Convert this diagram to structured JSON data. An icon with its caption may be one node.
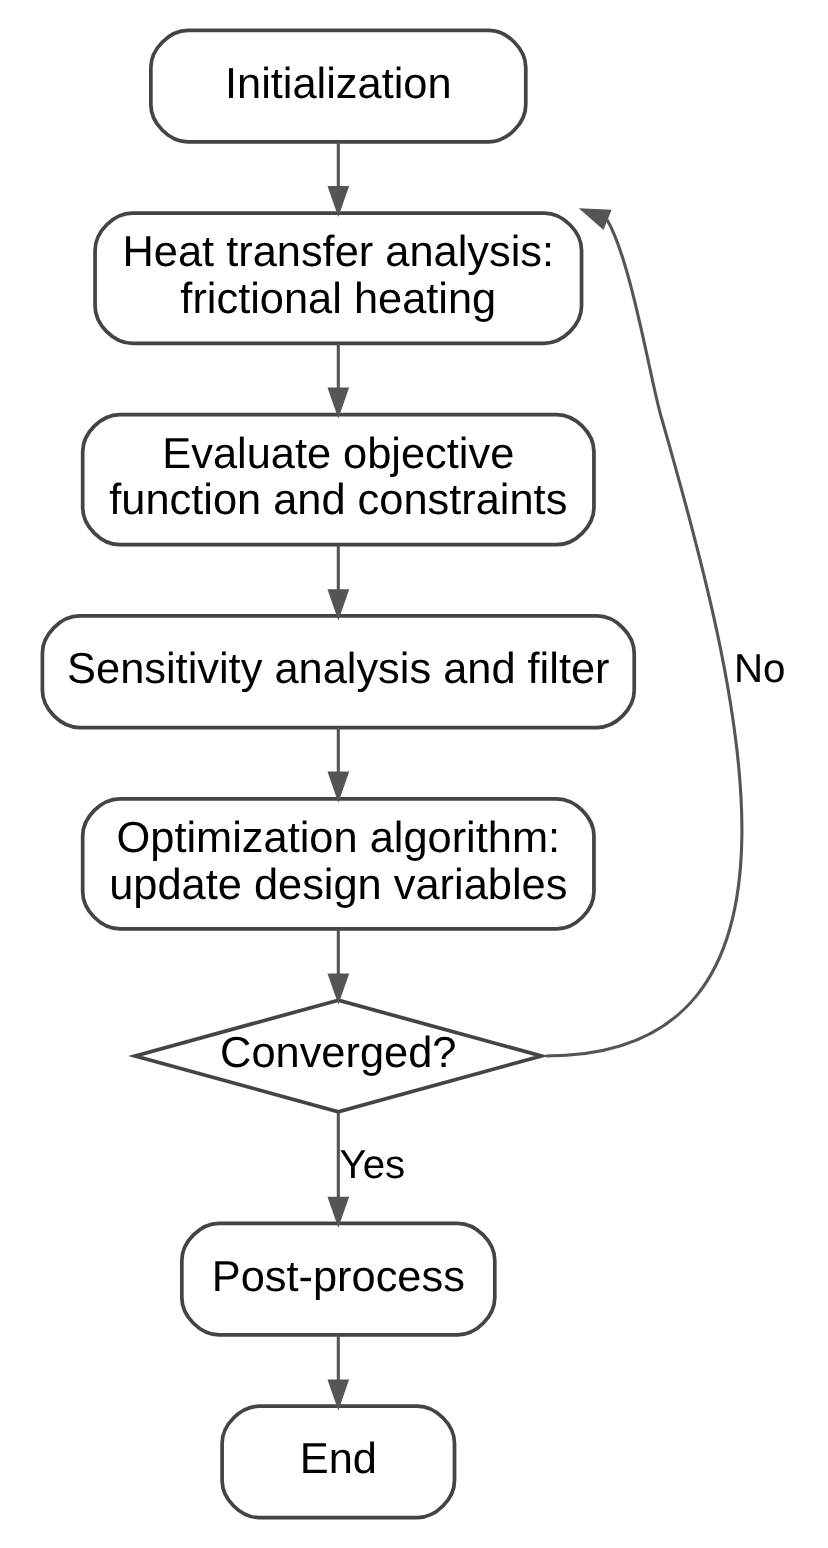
{
  "diagram": {
    "nodes": [
      {
        "text": [
          "Initialization"
        ]
      },
      {
        "text": [
          "Heat transfer analysis: frictional heating"
        ]
      },
      {
        "text": [
          "Evaluate objective function and constraints"
        ]
      },
      {
        "text": [
          "Sensitivity analysis and filter"
        ]
      },
      {
        "text": [
          "Optimization algorithm: update design variables"
        ]
      },
      {
        "text": [
          "Converged?"
        ]
      },
      {
        "text": [
          "Post-process"
        ]
      },
      {
        "text": [
          "End"
        ]
      }
    ],
    "edges": [
      {
        "from": 0,
        "to": 1,
        "arrow": "to"
      },
      {
        "from": 1,
        "to": 2,
        "arrow": "to"
      },
      {
        "from": 2,
        "to": 3,
        "arrow": "to"
      },
      {
        "from": 3,
        "to": 4,
        "arrow": "to"
      },
      {
        "from": 4,
        "to": 5,
        "arrow": "to"
      },
      {
        "from": 5,
        "to": 1,
        "arrow": "to",
        "label": "No"
      },
      {
        "from": 5,
        "to": 6,
        "arrow": "to",
        "label": "Yes"
      },
      {
        "from": 6,
        "to": 7,
        "arrow": "to"
      }
    ]
  }
}
